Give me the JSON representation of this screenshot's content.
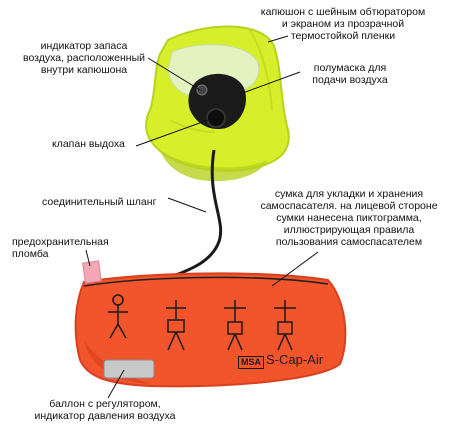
{
  "product": {
    "brand": "MSA",
    "model": "S-Cap-Air"
  },
  "labels": {
    "hood": [
      "капюшон с шейным обтюратором",
      "и экраном из прозрачной",
      "термостойкой пленки"
    ],
    "indicator": [
      "индикатор запаса",
      "воздуха, расположенный",
      "внутри капюшона"
    ],
    "half_mask": [
      "полумаска для",
      "подачи воздуха"
    ],
    "exhale_valve": [
      "клапан выдоха"
    ],
    "hose": [
      "соединительный шланг"
    ],
    "bag": [
      "сумка для укладки и хранения",
      "самоспасателя. на лицевой стороне",
      "сумки нанесена пиктограмма,",
      "иллюстрирующая правила",
      "пользования самоспасателем"
    ],
    "seal": [
      "предохранительная",
      "пломба"
    ],
    "cylinder": [
      "баллон с регулятором,",
      "индикатор давления воздуха"
    ]
  },
  "colors": {
    "hood": "#d7ef2a",
    "hood_shade": "#b7d21e",
    "mask": "#1b1b1b",
    "bag": "#f2542b",
    "bag_shade": "#d9401e",
    "seal": "#f3a7b5",
    "leader": "#111111"
  }
}
